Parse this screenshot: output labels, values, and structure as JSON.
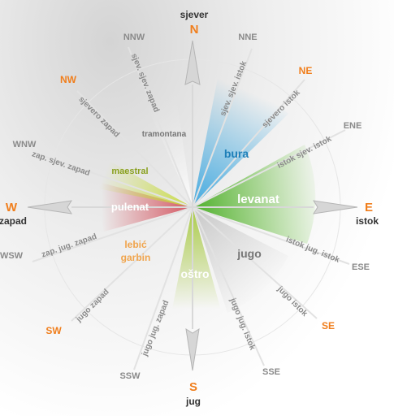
{
  "cardinals": {
    "north": {
      "code": "N",
      "name": "sjever"
    },
    "south": {
      "code": "S",
      "name": "jug"
    },
    "east": {
      "code": "E",
      "name": "istok"
    },
    "west": {
      "code": "W",
      "name": "zapad"
    }
  },
  "intercardinals": {
    "ne": "NE",
    "nw": "NW",
    "se": "SE",
    "sw": "SW"
  },
  "secondary": {
    "nne": "NNE",
    "nnw": "NNW",
    "ene": "ENE",
    "wnw": "WNW",
    "ese": "ESE",
    "wsw": "WSW",
    "sse": "SSE",
    "ssw": "SSW"
  },
  "ray_labels": {
    "nnw": "sjev. sjev. zapad",
    "nw": "sjevero zapad",
    "wnw": "zap. sjev. zapad",
    "wsw": "zap. jug. zapad",
    "sw": "jugo zapad",
    "ssw": "jugo jug. zapad",
    "nne": "sjev. sjev. istok",
    "ne": "sjevero istok",
    "ene": "istok sjev. istok",
    "ese": "istok jug. istok",
    "se": "jugo istok",
    "sse": "jugo jug. istok"
  },
  "winds": {
    "tramontana": "tramontana",
    "bura": "bura",
    "maestral": "maestral",
    "levanat": "levanat",
    "pulenat": "pulenat",
    "lebic": "lebić",
    "garbin": "garbin",
    "jugo": "jugo",
    "ostro": "oštro"
  },
  "colors": {
    "orange": "#f07e1c",
    "gray_text": "#8a8a8a",
    "dark_text": "#333333",
    "bura": "#3aa6df",
    "levanat": "#5cb533",
    "maestral": "#c2d63c",
    "pulenat": "#d45a63",
    "ostro": "#9ac23b",
    "jugo_sector": "#c9c9c9",
    "tramontana_sector": "#d9d9d9",
    "lebic_label": "#f0a44c"
  }
}
